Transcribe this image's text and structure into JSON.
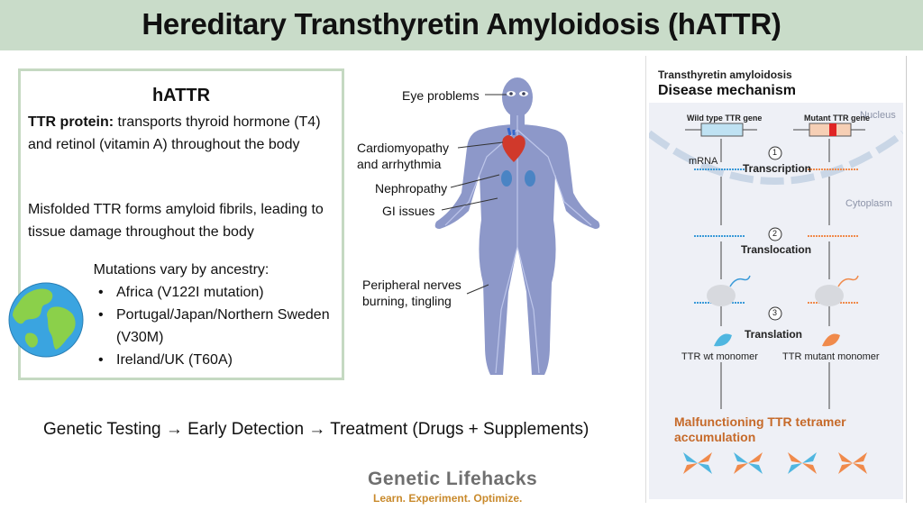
{
  "title": "Hereditary Transthyretin Amyloidosis (hATTR)",
  "info_box": {
    "heading": "hATTR",
    "ttr_label": "TTR protein:",
    "ttr_text": " transports thyroid hormone (T4) and retinol (vitamin A) throughout the body",
    "misfold_text": "Misfolded TTR forms amyloid fibrils, leading to tissue damage throughout the body",
    "mutations_heading": "Mutations vary by ancestry:",
    "mutations": [
      "Africa (V122I mutation)",
      "Portugal/Japan/Northern Sweden (V30M)",
      "Ireland/UK (T60A)"
    ]
  },
  "body_labels": {
    "eye": "Eye problems",
    "cardio_1": "Cardiomyopathy",
    "cardio_2": "and arrhythmia",
    "nephro": "Nephropathy",
    "gi": "GI issues",
    "nerves_1": "Peripheral nerves",
    "nerves_2": "burning, tingling"
  },
  "flow_text": "Genetic Testing → Early Detection → Treatment (Drugs + Supplements)",
  "brand": {
    "name": "Genetic Lifehacks",
    "tagline": "Learn. Experiment. Optimize."
  },
  "mechanism": {
    "subtitle": "Transthyretin amyloidosis",
    "title": "Disease mechanism",
    "nucleus": "Nucleus",
    "cytoplasm": "Cytoplasm",
    "wild_type_gene": "Wild type TTR gene",
    "mutant_gene": "Mutant TTR gene",
    "mrna": "mRNA",
    "step1": "1",
    "step2": "2",
    "step3": "3",
    "transcription": "Transcription",
    "translocation": "Translocation",
    "translation": "Translation",
    "wt_monomer": "TTR wt monomer",
    "mutant_monomer": "TTR mutant monomer",
    "result": "Malfunctioning TTR tetramer accumulation"
  },
  "colors": {
    "title_bar": "#c9dcc9",
    "box_border": "#c5d9c2",
    "body_fill": "#8d98c9",
    "wild_type": "#4fb6e0",
    "mutant": "#f08a4b",
    "result_text": "#c66a2a",
    "tagline": "#c98a2c"
  }
}
